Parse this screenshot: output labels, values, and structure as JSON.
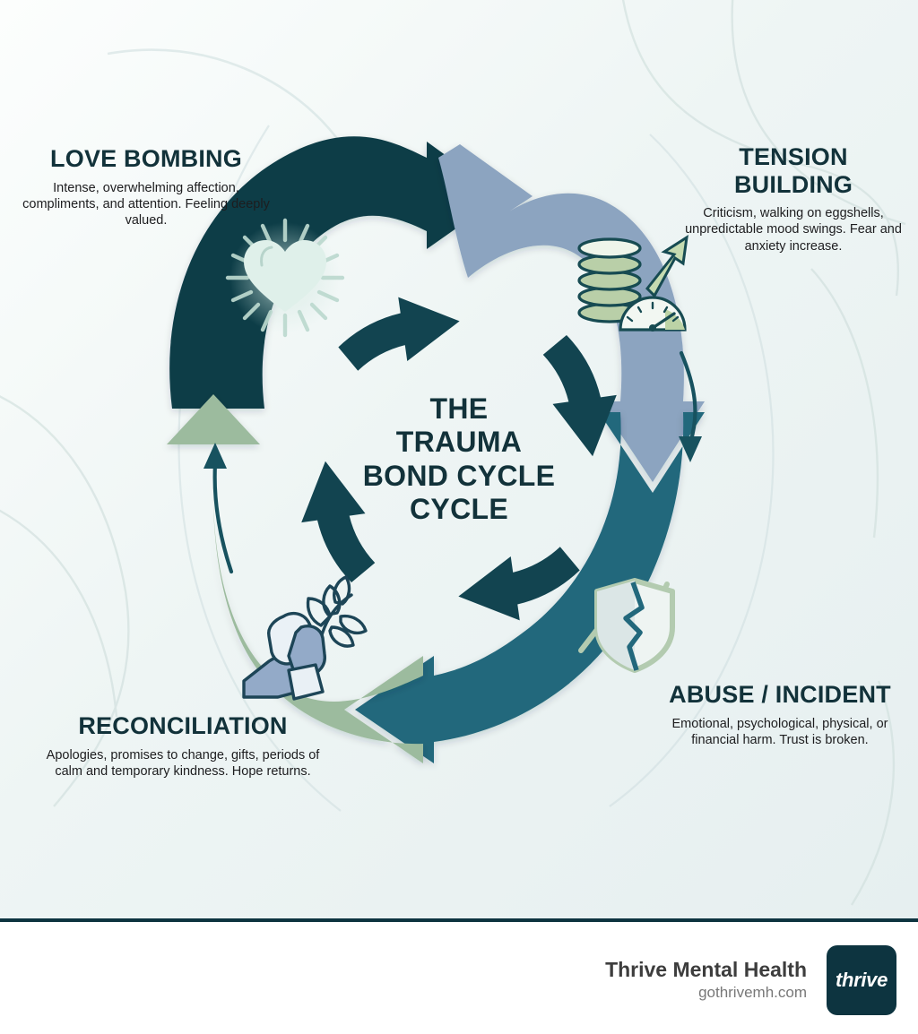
{
  "diagram": {
    "center_title_lines": [
      "THE",
      "TRAUMA",
      "BOND CYCLE",
      "CYCLE"
    ],
    "center_title": "THE TRAUMA BOND CYCLE CYCLE",
    "stages": [
      {
        "id": "love-bombing",
        "title": "LOVE BOMBING",
        "title_lines": [
          "LOVE",
          "BOMBING"
        ],
        "description": "Intense, overwhelming affection, compliments, and attention. Feeling deeply valued.",
        "icon": "glowing-heart-icon",
        "segment_color": "#0d3c47",
        "position": "top-left"
      },
      {
        "id": "tension-building",
        "title": "TENSION BUILDING",
        "title_lines": [
          "TENSION",
          "BUILDING"
        ],
        "description": "Criticism, walking on eggshells, unpredictable mood swings. Fear and anxiety increase.",
        "icon": "pressure-coil-gauge-icon",
        "segment_color": "#8ca4c0",
        "position": "top-right"
      },
      {
        "id": "abuse-incident",
        "title": "ABUSE / INCIDENT",
        "title_lines": [
          "ABUSE /",
          "INCIDENT"
        ],
        "description": "Emotional, psychological, physical, or financial harm. Trust is broken.",
        "icon": "broken-shield-icon",
        "segment_color": "#22687c",
        "position": "bottom-right"
      },
      {
        "id": "reconciliation",
        "title": "RECONCILIATION",
        "title_lines": [
          "RECONCILIATION"
        ],
        "description": "Apologies, promises to change, gifts, periods of calm and temporary kindness. Hope returns.",
        "icon": "clasped-hands-olive-branch-icon",
        "segment_color": "#9cbb9e",
        "position": "bottom-left"
      }
    ],
    "inner_ring": {
      "arrow_count": 4,
      "direction": "clockwise",
      "color": "#124450"
    }
  },
  "footer": {
    "brand_name": "Thrive Mental Health",
    "website": "gothrivemh.com",
    "logo_text": "thrive",
    "logo_background": "#0d3440",
    "divider_color": "#0d3440"
  },
  "colors": {
    "background_light": "#eef5f4",
    "dark_teal": "#0d3c47",
    "slate_blue": "#8ca4c0",
    "mid_teal": "#22687c",
    "sage_green": "#9cbb9e",
    "title_text": "#12323a",
    "body_text": "#1d1d1f"
  }
}
